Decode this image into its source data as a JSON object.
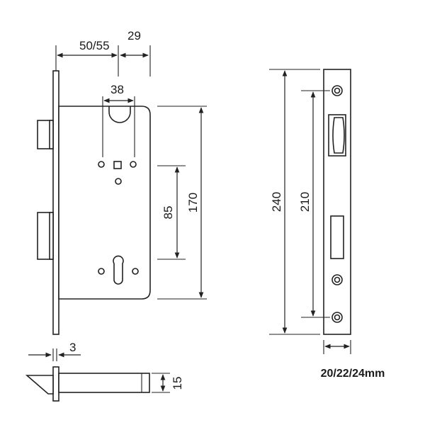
{
  "dimensions": {
    "backset": "50/55",
    "forend_offset": "29",
    "follower_spacing": "38",
    "centre_distance": "85",
    "case_height": "170",
    "forend_length": "240",
    "fixing_distance": "210",
    "forend_thickness": "3",
    "case_depth": "15",
    "forend_width": "20/22/24mm"
  },
  "colors": {
    "line": "#222222",
    "background": "#ffffff"
  }
}
